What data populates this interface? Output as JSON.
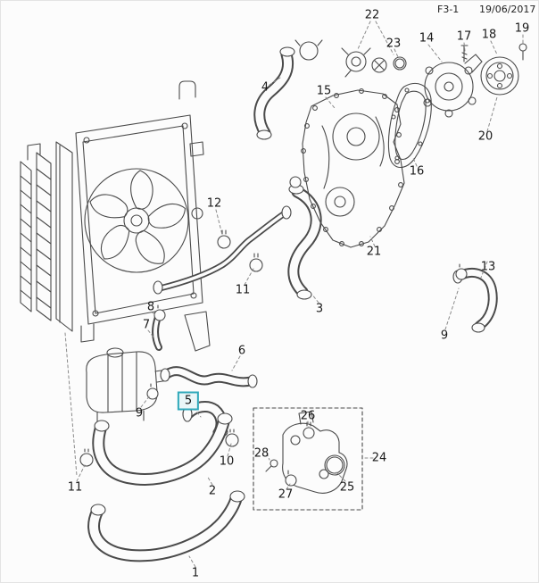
{
  "header": {
    "figure_code": "F3-1",
    "date": "19/06/2017"
  },
  "selection": {
    "selected_part": "5"
  },
  "colors": {
    "highlight": "#2fa8ba",
    "line": "#4a4a4a",
    "leader": "#8a8a8a",
    "background": "#fcfcfc"
  },
  "callouts": [
    {
      "label": "22"
    },
    {
      "label": "23"
    },
    {
      "label": "14"
    },
    {
      "label": "17"
    },
    {
      "label": "18"
    },
    {
      "label": "19"
    },
    {
      "label": "4"
    },
    {
      "label": "15"
    },
    {
      "label": "20"
    },
    {
      "label": "16"
    },
    {
      "label": "12"
    },
    {
      "label": "21"
    },
    {
      "label": "13"
    },
    {
      "label": "11"
    },
    {
      "label": "3"
    },
    {
      "label": "8"
    },
    {
      "label": "7"
    },
    {
      "label": "9"
    },
    {
      "label": "6"
    },
    {
      "label": "5"
    },
    {
      "label": "9"
    },
    {
      "label": "26"
    },
    {
      "label": "10"
    },
    {
      "label": "28"
    },
    {
      "label": "24"
    },
    {
      "label": "11"
    },
    {
      "label": "2"
    },
    {
      "label": "25"
    },
    {
      "label": "27"
    },
    {
      "label": "1"
    }
  ]
}
